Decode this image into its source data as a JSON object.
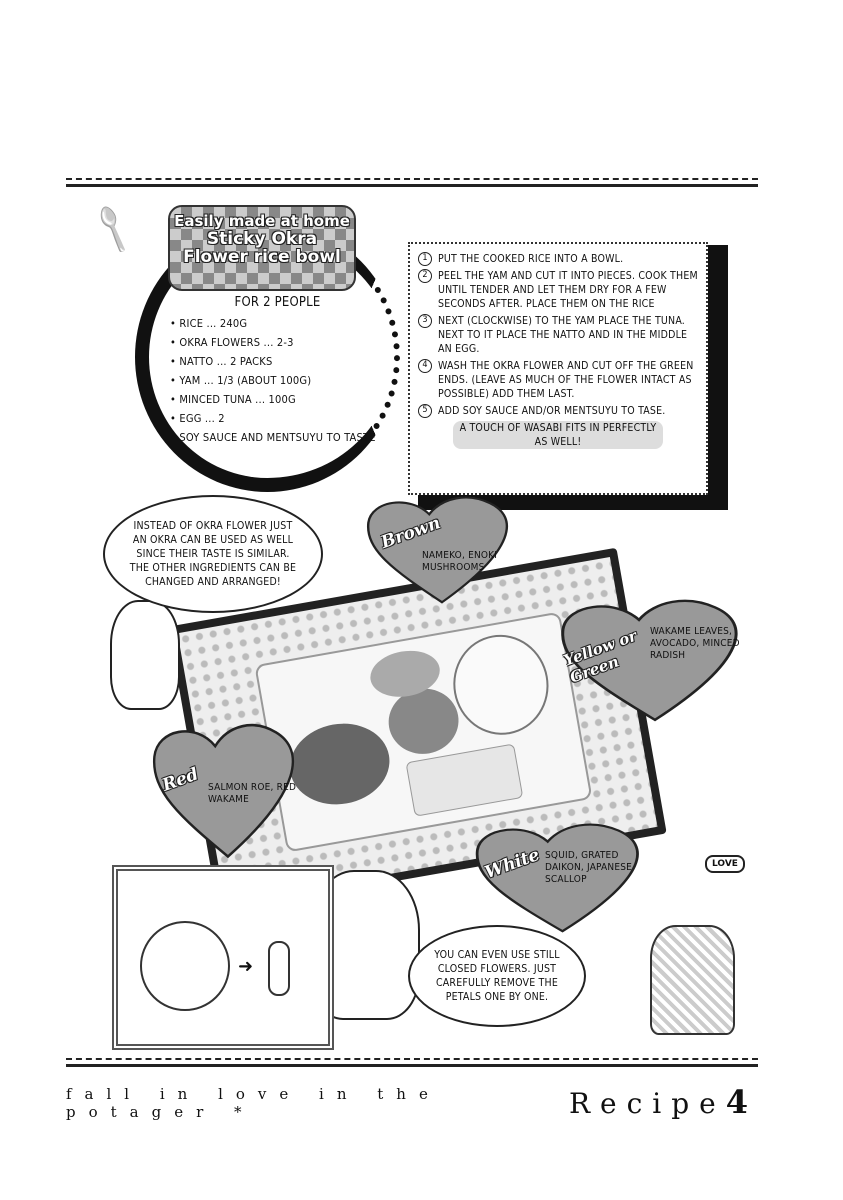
{
  "recipe": {
    "banner": [
      "Easily made at home",
      "Sticky Okra",
      "Flower rice bowl"
    ],
    "servings": "For 2 people",
    "ingredients": [
      "Rice ... 240g",
      "Okra flowers ... 2-3",
      "Natto ... 2 packs",
      "Yam ... 1/3 (about 100g)",
      "Minced tuna ... 100g",
      "Egg ... 2",
      "Soy sauce and mentsuyu to taste"
    ],
    "steps": [
      {
        "num": "1",
        "text": "Put the cooked rice into a bowl."
      },
      {
        "num": "2",
        "text": "Peel the yam and cut it into pieces. Cook them until tender and let them dry for a few seconds after. Place them on the rice"
      },
      {
        "num": "3",
        "text": "Next (clockwise) to the yam place the tuna. Next to it place the natto and in the middle an egg."
      },
      {
        "num": "4",
        "text": "Wash the okra flower and cut off the green ends. (Leave as much of the flower intact as possible) add them last."
      },
      {
        "num": "5",
        "text": "Add soy sauce and/or mentsuyu to tase."
      }
    ],
    "tip": "A touch of wasabi fits in perfectly as well!"
  },
  "bubbles": {
    "top": "Instead of okra flower just an okra can be used as well since their taste is similar. The other ingredients can be changed and arranged!",
    "bottom": "You can even use still closed flowers. Just carefully remove the petals one by one."
  },
  "hearts": [
    {
      "label": "Brown",
      "text": "Nameko, Enoki mushrooms"
    },
    {
      "label": "Yellow or Green",
      "text": "Wakame leaves, avocado, minced radish"
    },
    {
      "label": "Red",
      "text": "Salmon roe, red wakame"
    },
    {
      "label": "White",
      "text": "Squid, grated daikon, Japanese scallop"
    }
  ],
  "sign": "LOVE",
  "footer": {
    "series": "fall in love in the potager *",
    "recipe": "Recipe",
    "number": "4"
  }
}
